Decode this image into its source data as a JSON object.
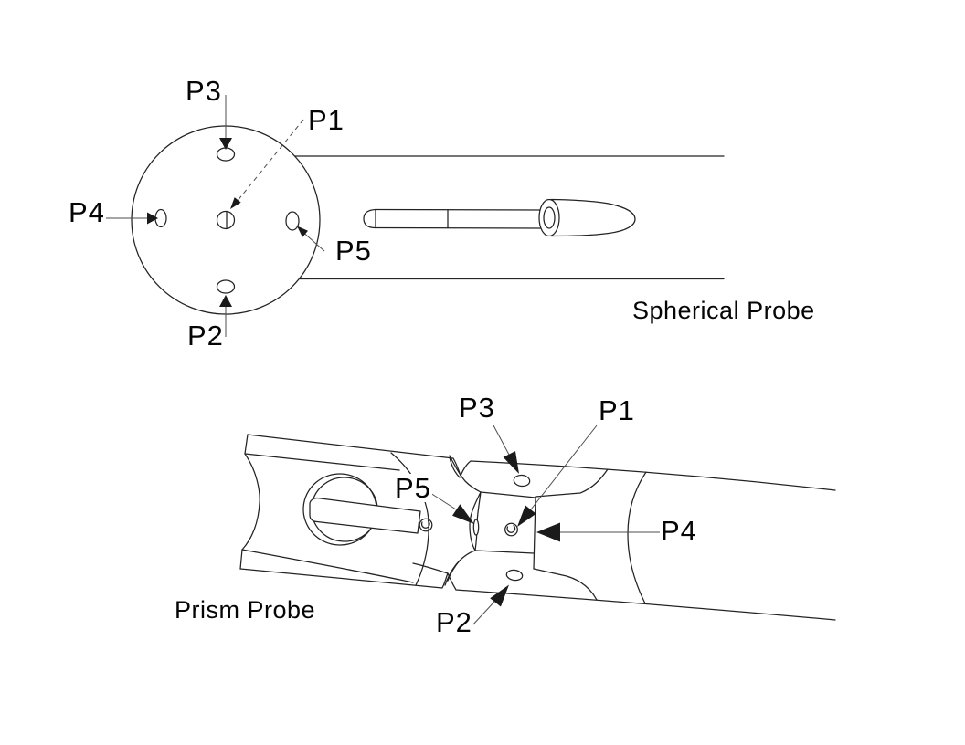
{
  "page": {
    "background": "#ffffff"
  },
  "colors": {
    "line": "#232323",
    "leader": "#4d4d4d",
    "arrow": "#1a1a1a",
    "text": "#050505"
  },
  "spherical_probe": {
    "title": "Spherical Probe",
    "port_labels": {
      "p1": "P1",
      "p2": "P2",
      "p3": "P3",
      "p4": "P4",
      "p5": "P5"
    }
  },
  "prism_probe": {
    "title": "Prism Probe",
    "port_labels": {
      "p1": "P1",
      "p2": "P2",
      "p3": "P3",
      "p4": "P4",
      "p5": "P5"
    }
  }
}
